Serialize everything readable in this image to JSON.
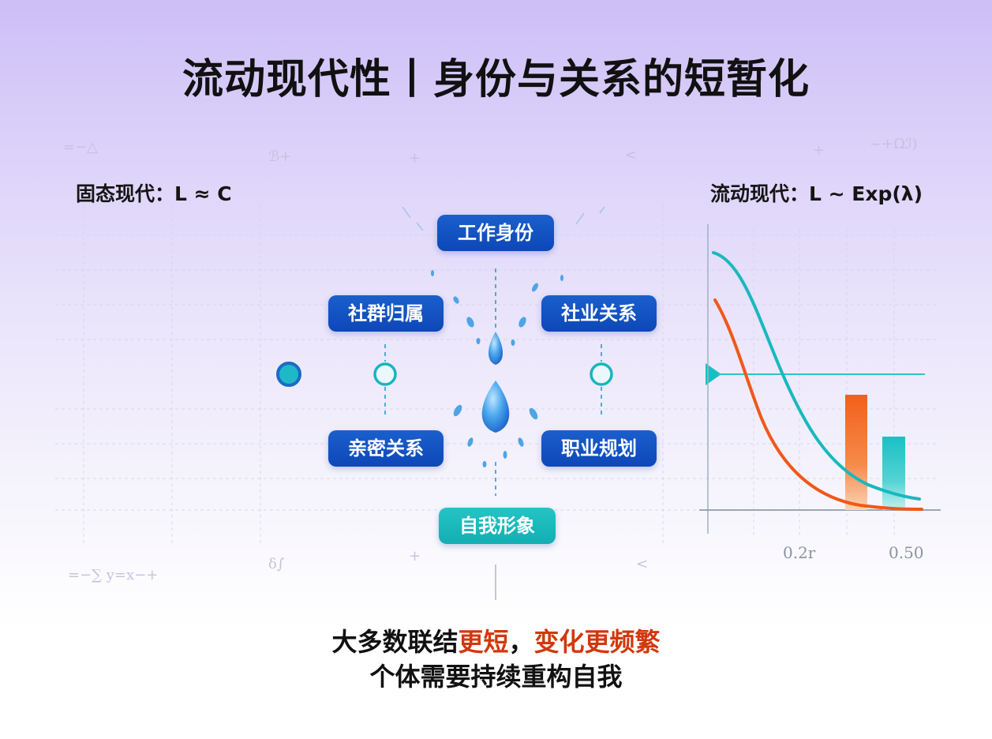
{
  "title": "流动现代性丨身份与关系的短暂化",
  "left_label": "固态现代：L ≈ C",
  "right_label": "流动现代：L ~ Exp(λ)",
  "nodes": {
    "top": "工作身份",
    "upper_left": "社群归属",
    "upper_right": "社业关系",
    "lower_left": "亲密关系",
    "lower_right": "职业规划",
    "bottom": "自我形象"
  },
  "chart_data": {
    "type": "line",
    "series": [
      {
        "values_desc": "teal decay curve"
      },
      {
        "values_desc": "orange decay curve"
      }
    ],
    "x_ticks": [
      "0.2r",
      "0.50"
    ],
    "bars": [
      {
        "value": 0.72,
        "color": "#f26a1b"
      },
      {
        "value": 0.45,
        "color": "#1cc2c5"
      }
    ],
    "colors": {
      "teal": "#19b8bf",
      "orange": "#f0581a",
      "blue": "#1a4fc4"
    }
  },
  "caption": {
    "line1_a": "大多数联结",
    "line1_b": "更短",
    "line1_c": "，",
    "line1_d": "变化更频繁",
    "line2": "个体需要持续重构自我"
  },
  "decorations": {
    "tl": "=−△",
    "tm": "ℬ+",
    "tr1": "<",
    "tr2": "~+Ωℐ)",
    "bl": "=−∑ y=x−+",
    "bm": "δ∫",
    "br": "<",
    "plus": "+"
  }
}
